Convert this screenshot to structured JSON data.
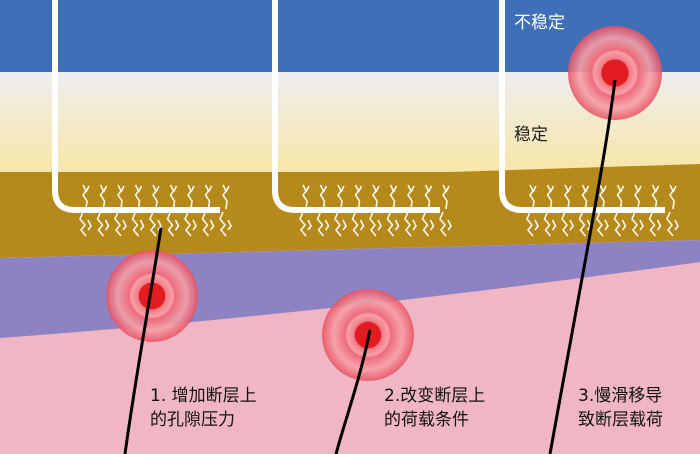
{
  "zones": {
    "unstable": "不稳定",
    "stable": "稳定"
  },
  "labels": [
    {
      "line1": "1. 增加断层上",
      "line2": "的孔隙压力"
    },
    {
      "line1": "2.改变断层上",
      "line2": "的荷载条件"
    },
    {
      "line1": "3.慢滑移导",
      "line2": "致断层载荷"
    }
  ],
  "colors": {
    "blue": "#3f6fb6",
    "pale": "#f3f1e6",
    "cream": "#f7e8b2",
    "olive": "#b58a1a",
    "purple": "#8d83c4",
    "pink": "#f1b6c4",
    "red": "#e31b23"
  }
}
